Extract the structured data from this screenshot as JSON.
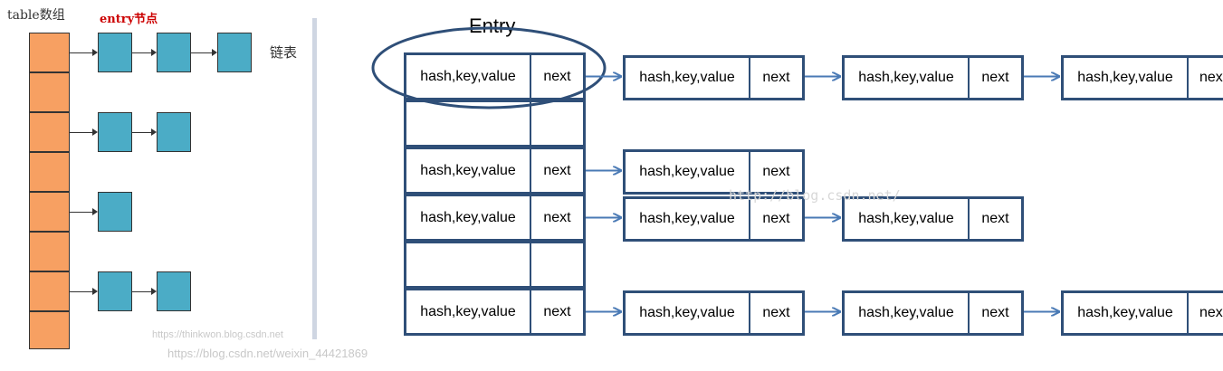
{
  "left_panel": {
    "table_label": "table数组",
    "entry_label": "entry节点",
    "list_label": "链表",
    "table_cell_count": 8,
    "chains": [
      {
        "row": 0,
        "nodes": 3
      },
      {
        "row": 1,
        "nodes": 0
      },
      {
        "row": 2,
        "nodes": 2
      },
      {
        "row": 3,
        "nodes": 0
      },
      {
        "row": 4,
        "nodes": 1
      },
      {
        "row": 5,
        "nodes": 0
      },
      {
        "row": 6,
        "nodes": 2
      },
      {
        "row": 7,
        "nodes": 0
      }
    ],
    "watermark": "https://thinkwon.blog.csdn.net"
  },
  "right_panel": {
    "title": "Entry",
    "node_label": "hash,key,value",
    "next_label": "next",
    "truncated_next_label": "nex",
    "table_rows": [
      {
        "filled": true,
        "chain_length": 3,
        "circled": true
      },
      {
        "filled": false,
        "chain_length": 0
      },
      {
        "filled": true,
        "chain_length": 1
      },
      {
        "filled": true,
        "chain_length": 2
      },
      {
        "filled": false,
        "chain_length": 0
      },
      {
        "filled": true,
        "chain_length": 3
      }
    ],
    "watermark_center": "http://blog.csdn.net/",
    "watermark_bottom": "https://blog.csdn.net/weixin_44421869"
  },
  "colors": {
    "table_fill": "#f7a062",
    "node_fill": "#4bacc6",
    "box_border": "#2f4f78",
    "arrow": "#4a7ab5",
    "entry_label_color": "#cc0000"
  }
}
